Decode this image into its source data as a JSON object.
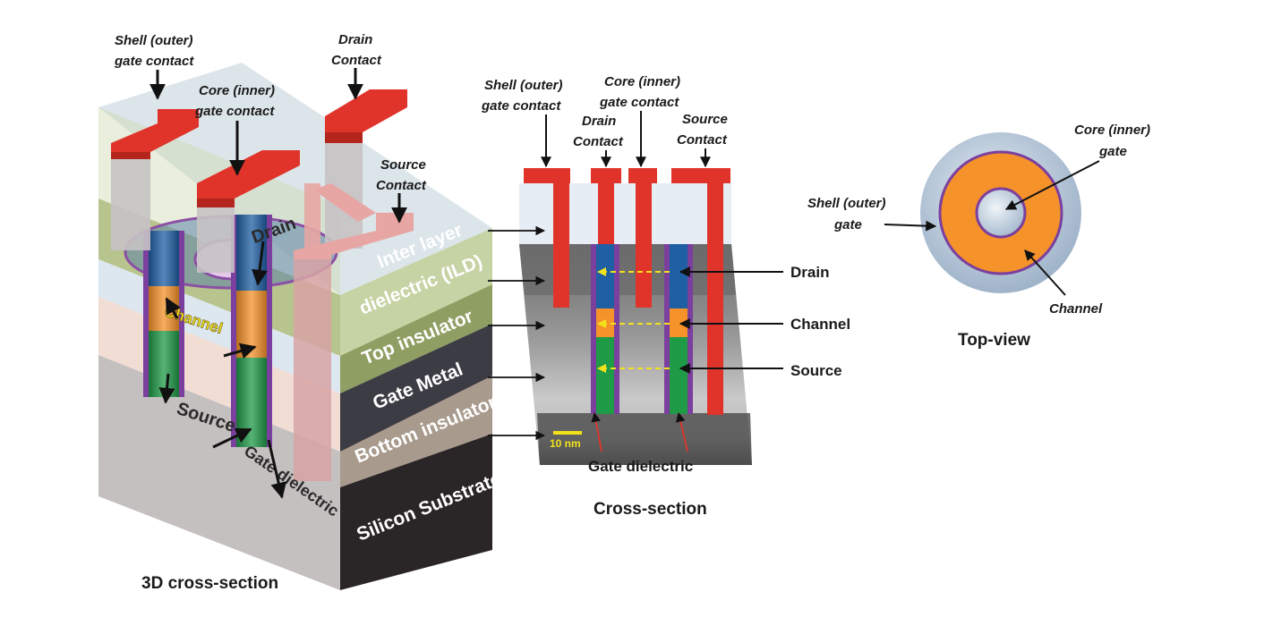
{
  "colors": {
    "contact": "#e0342b",
    "drain": "#1f5fa3",
    "channel": "#f5922a",
    "source": "#1f9a47",
    "dielectric": "#7b3f9e",
    "ild": "#c9d6a2",
    "top_insulator": "#8e9e63",
    "gate_metal": "#3e3f45",
    "bottom_insulator": "#a89a8d",
    "substrate": "#2a2526",
    "shell_gate": "#b8c6d6"
  },
  "view3d": {
    "caption": "3D cross-section",
    "shell_contact_label": [
      "Shell (outer)",
      "gate contact"
    ],
    "core_contact_label": [
      "Core (inner)",
      "gate contact"
    ],
    "drain_contact_label": [
      "Drain",
      "Contact"
    ],
    "source_contact_label": [
      "Source",
      "Contact"
    ],
    "drain_label": "Drain",
    "channel_label": "Channel",
    "source_label": "Source",
    "gate_dielectric_label": "Gate dielectric",
    "layers": [
      "Inter layer",
      "dielectric (ILD)",
      "Top insulator",
      "Gate Metal",
      "Bottom insulator",
      "Silicon Substrate"
    ]
  },
  "cross": {
    "caption": "Cross-section",
    "shell_contact_label": [
      "Shell (outer)",
      "gate contact"
    ],
    "core_contact_label": [
      "Core (inner)",
      "gate contact"
    ],
    "drain_contact_label": [
      "Drain",
      "Contact"
    ],
    "source_contact_label": [
      "Source",
      "Contact"
    ],
    "drain_label": "Drain",
    "channel_label": "Channel",
    "source_label": "Source",
    "gate_dielectric_label": "Gate dielectric",
    "scale_label": "10 nm"
  },
  "topview": {
    "caption": "Top-view",
    "core_label": [
      "Core (inner)",
      "gate"
    ],
    "shell_label": [
      "Shell (outer)",
      "gate"
    ],
    "channel_label": "Channel"
  }
}
